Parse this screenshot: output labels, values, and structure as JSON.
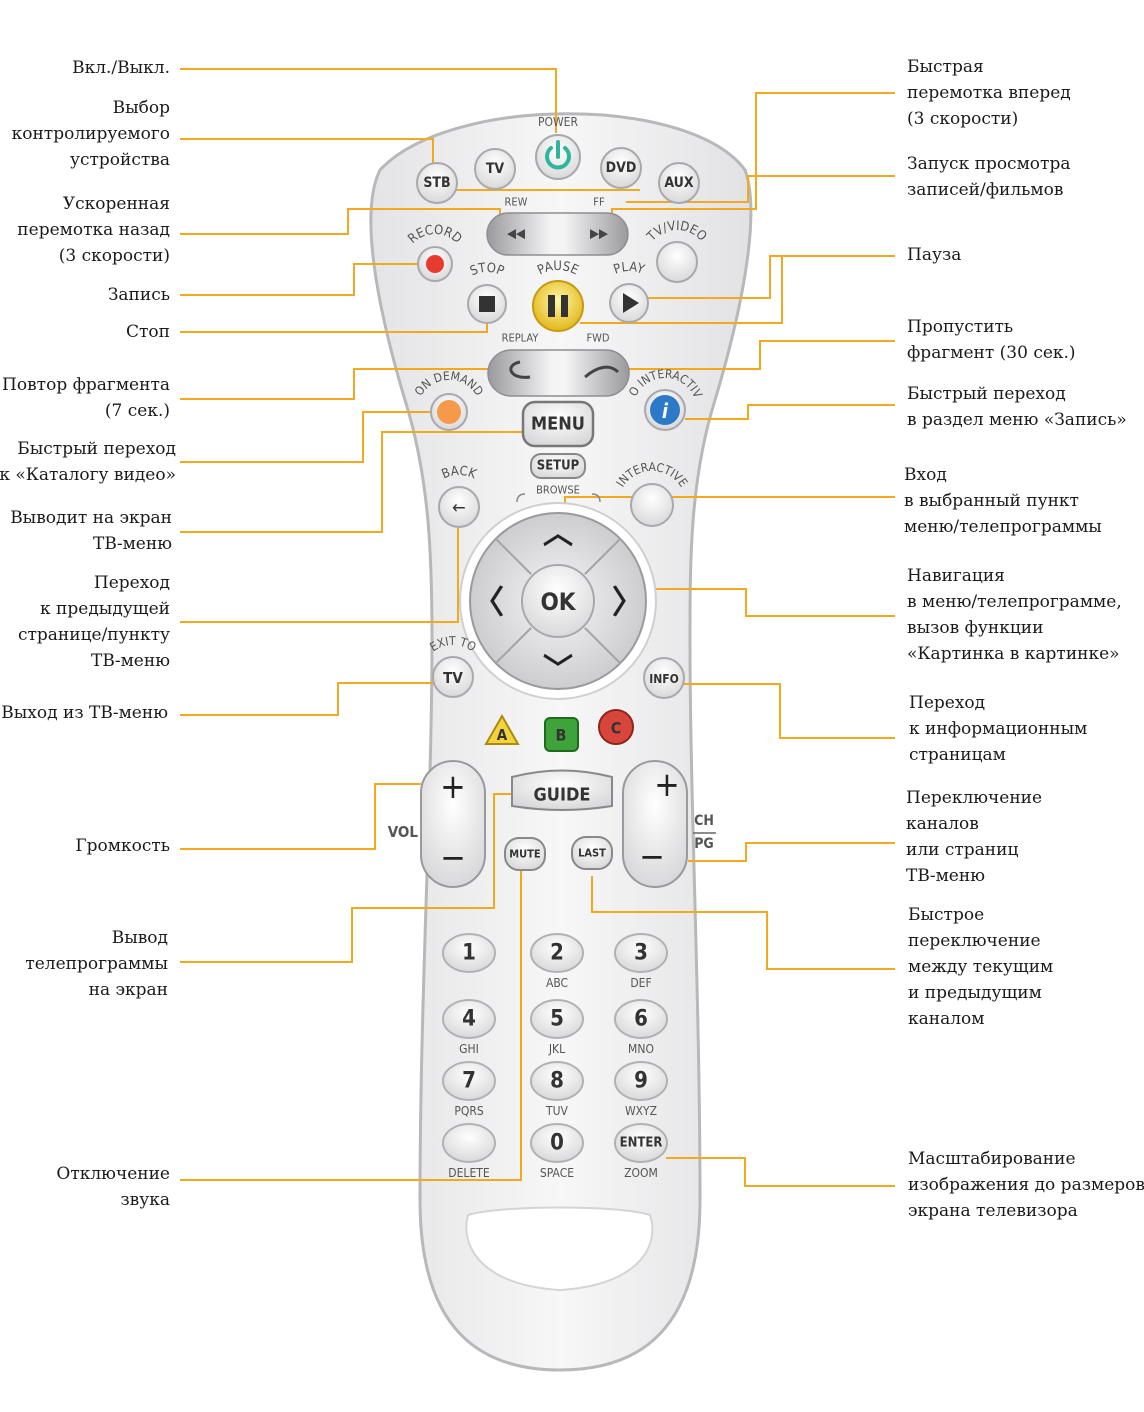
{
  "colors": {
    "leader": "#f2a91f",
    "body": "#f1f1f2",
    "outline": "#bdbdc0",
    "text": "#1a1a1a",
    "power": "#2fb59c",
    "record": "#e63b2e",
    "ondemand": "#f49a4a",
    "info_blue": "#2b79c9",
    "a_yellow": "#f3d23a",
    "b_green": "#3ea33a",
    "c_red": "#d8453b",
    "pause_yellow": "#f2d32a"
  },
  "remote": {
    "power_label": "POWER",
    "device_buttons": [
      "STB",
      "TV",
      "DVD",
      "AUX"
    ],
    "rew_label": "REW",
    "ff_label": "FF",
    "record_label": "RECORD",
    "tvvideo_label": "TV/VIDEO",
    "stop_label": "STOP",
    "pause_label": "PAUSE",
    "play_label": "PLAY",
    "replay_label": "REPLAY",
    "fwd_label": "FWD",
    "ondemand_label": "ON DEMAND",
    "gointeractive_label": "GO INTERACTIVE",
    "menu_label": "MENU",
    "setup_label": "SETUP",
    "back_label": "BACK",
    "browse_label": "BROWSE",
    "interactive_label": "INTERACTIVE",
    "ok_label": "OK",
    "exitto_label": "EXIT TO",
    "tv_label": "TV",
    "info_label": "INFO",
    "abc_buttons": [
      "A",
      "B",
      "C"
    ],
    "vol_label": "VOL",
    "guide_label": "GUIDE",
    "mute_label": "MUTE",
    "last_label": "LAST",
    "ch_label": "CH",
    "pg_label": "PG",
    "keypad": [
      {
        "num": "1",
        "sub": ""
      },
      {
        "num": "2",
        "sub": "ABC"
      },
      {
        "num": "3",
        "sub": "DEF"
      },
      {
        "num": "4",
        "sub": "GHI"
      },
      {
        "num": "5",
        "sub": "JKL"
      },
      {
        "num": "6",
        "sub": "MNO"
      },
      {
        "num": "7",
        "sub": "PQRS"
      },
      {
        "num": "8",
        "sub": "TUV"
      },
      {
        "num": "9",
        "sub": "WXYZ"
      },
      {
        "num": "",
        "sub": "DELETE"
      },
      {
        "num": "0",
        "sub": "SPACE"
      },
      {
        "num": "ENTER",
        "sub": "ZOOM"
      }
    ]
  },
  "labels_left": [
    {
      "id": "power",
      "text": "Вкл./Выкл."
    },
    {
      "id": "device",
      "text": "Выбор\nконтролируемого\nустройства"
    },
    {
      "id": "rew",
      "text": "Ускоренная\nперемотка назад\n(3 скорости)"
    },
    {
      "id": "record",
      "text": "Запись"
    },
    {
      "id": "stop",
      "text": "Стоп"
    },
    {
      "id": "replay",
      "text": "Повтор фрагмента\n(7 сек.)"
    },
    {
      "id": "ondemand",
      "text": "Быстрый переход\nк «Каталогу видео»"
    },
    {
      "id": "menu",
      "text": "Выводит на экран\nТВ-меню"
    },
    {
      "id": "back",
      "text": "Переход\nк предыдущей\nстранице/пункту\nТВ-меню"
    },
    {
      "id": "exittv",
      "text": "Выход из ТВ-меню"
    },
    {
      "id": "vol",
      "text": "Громкость"
    },
    {
      "id": "guide",
      "text": "Вывод\nтелепрограммы\nна экран"
    },
    {
      "id": "mute",
      "text": "Отключение\nзвука"
    }
  ],
  "labels_right": [
    {
      "id": "ff",
      "text": "Быстрая\nперемотка вперед\n(3 скорости)"
    },
    {
      "id": "play",
      "text": "Запуск просмотра\nзаписей/фильмов"
    },
    {
      "id": "pause",
      "text": "Пауза"
    },
    {
      "id": "fwd",
      "text": "Пропустить\nфрагмент (30 сек.)"
    },
    {
      "id": "gointeractive",
      "text": "Быстрый переход\nв раздел меню «Запись»"
    },
    {
      "id": "ok",
      "text": "Вход\nв выбранный пункт\nменю/телепрограммы"
    },
    {
      "id": "nav",
      "text": "Навигация\nв меню/телепрограмме,\nвызов функции\n«Картинка в картинке»"
    },
    {
      "id": "info",
      "text": "Переход\nк информационным\nстраницам"
    },
    {
      "id": "ch",
      "text": "Переключение\nканалов\nили страниц\nТВ-меню"
    },
    {
      "id": "last",
      "text": "Быстрое\nпереключение\nмежду текущим\nи предыдущим\nканалом"
    },
    {
      "id": "zoom",
      "text": "Масштабирование\nизображения до размеров\nэкрана телевизора"
    }
  ]
}
